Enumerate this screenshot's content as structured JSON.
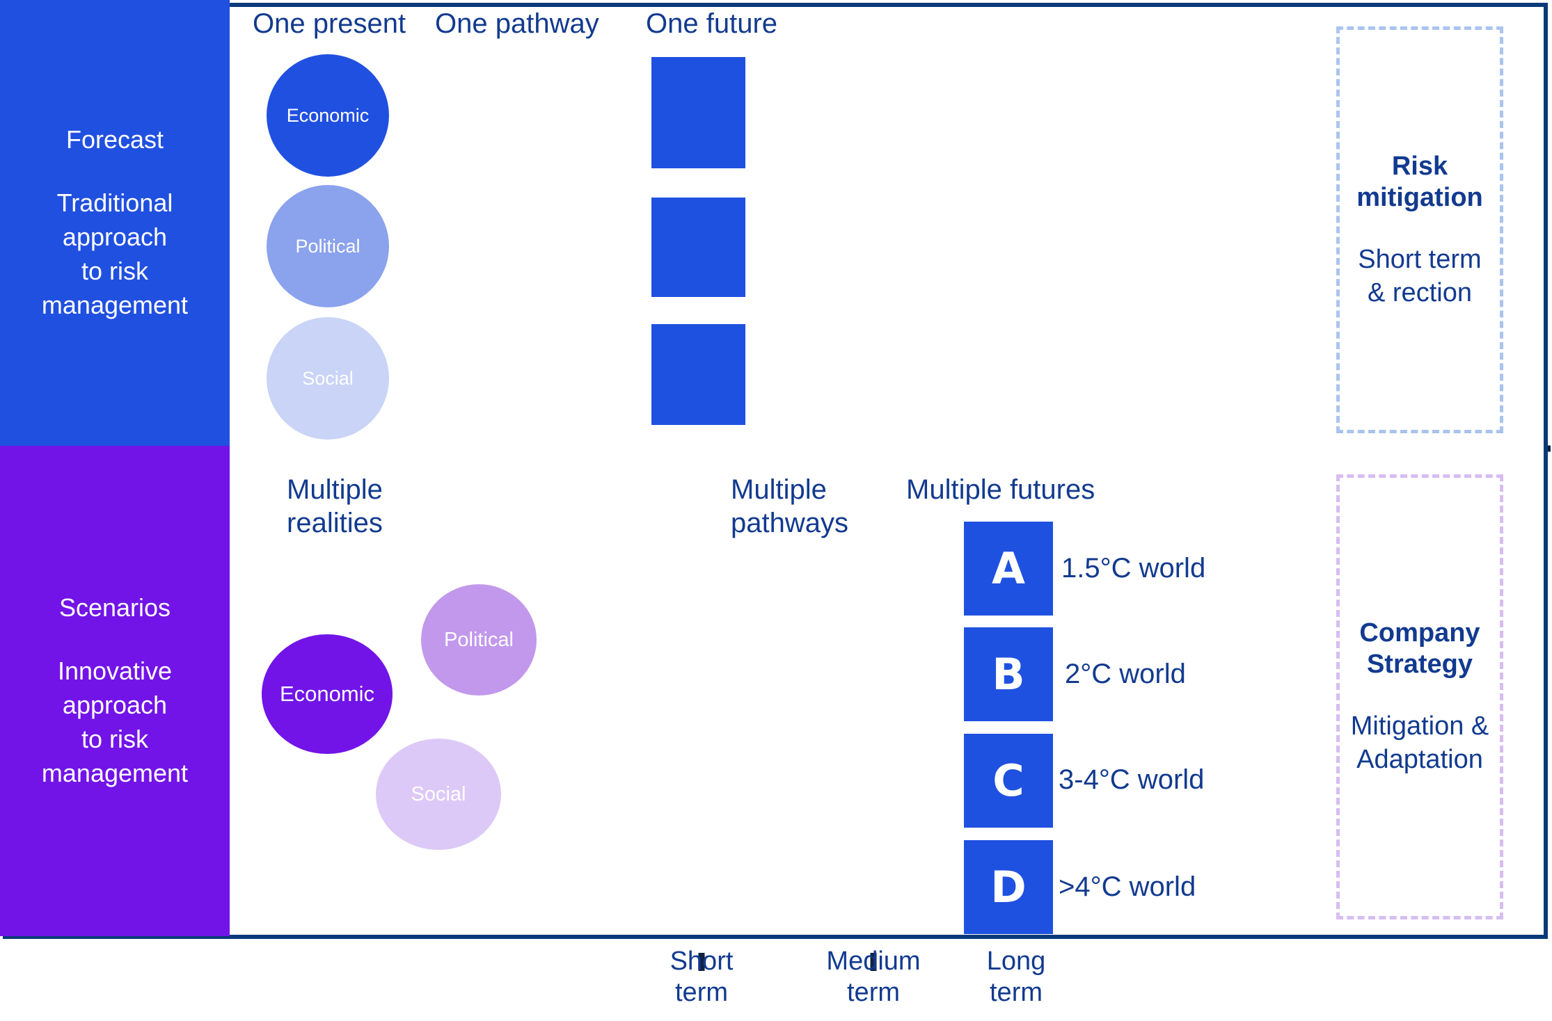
{
  "diagram": {
    "title": "Traditional vs innovative approach to climate risk management",
    "colors": {
      "forecast_band": "#2050e0",
      "scenario_band": "#7214e8",
      "line_navy": "#123a8f",
      "box_blue": "#1f51e0",
      "frame": "#0b3a7a",
      "risk_panel_border": "#aac4ef",
      "strategy_panel_border": "#d6bdf2"
    }
  },
  "forecast": {
    "sidebar": {
      "title": "Forecast",
      "subtitle": "Traditional\napproach\nto risk\nmanagement"
    },
    "headers": {
      "present": "One present",
      "pathway": "One pathway",
      "future": "One future"
    },
    "bubbles": [
      {
        "label": "Economic",
        "color": "#2050e0",
        "text_color": "#ffffff"
      },
      {
        "label": "Political",
        "color": "#8ba2ec",
        "text_color": "#ffffff"
      },
      {
        "label": "Social",
        "color": "#c9d4f6",
        "text_color": "#ffffff"
      }
    ],
    "panel": {
      "title": "Risk\nmitigation",
      "subtitle": "Short term\n& rection"
    }
  },
  "scenarios": {
    "sidebar": {
      "title": "Scenarios",
      "subtitle": "Innovative\napproach\nto risk\nmanagement"
    },
    "headers": {
      "realities": "Multiple\nrealities",
      "pathways": "Multiple\npathways",
      "futures": "Multiple futures"
    },
    "bubbles": [
      {
        "label": "Economic",
        "color": "#7214e8",
        "text_color": "#ffffff"
      },
      {
        "label": "Political",
        "color": "#c298ec",
        "text_color": "#ffffff"
      },
      {
        "label": "Social",
        "color": "#ddc9f7",
        "text_color": "#ffffff"
      }
    ],
    "futures": [
      {
        "letter": "A",
        "world": "1.5°C world"
      },
      {
        "letter": "B",
        "world": "2°C world"
      },
      {
        "letter": "C",
        "world": "3-4°C world"
      },
      {
        "letter": "D",
        "world": ">4°C world"
      }
    ],
    "panel": {
      "title": "Company\nStrategy",
      "subtitle": "Mitigation &\nAdaptation"
    }
  },
  "timeline": {
    "short": "Short\nterm",
    "medium": "Medium\nterm",
    "long": "Long\nterm"
  }
}
